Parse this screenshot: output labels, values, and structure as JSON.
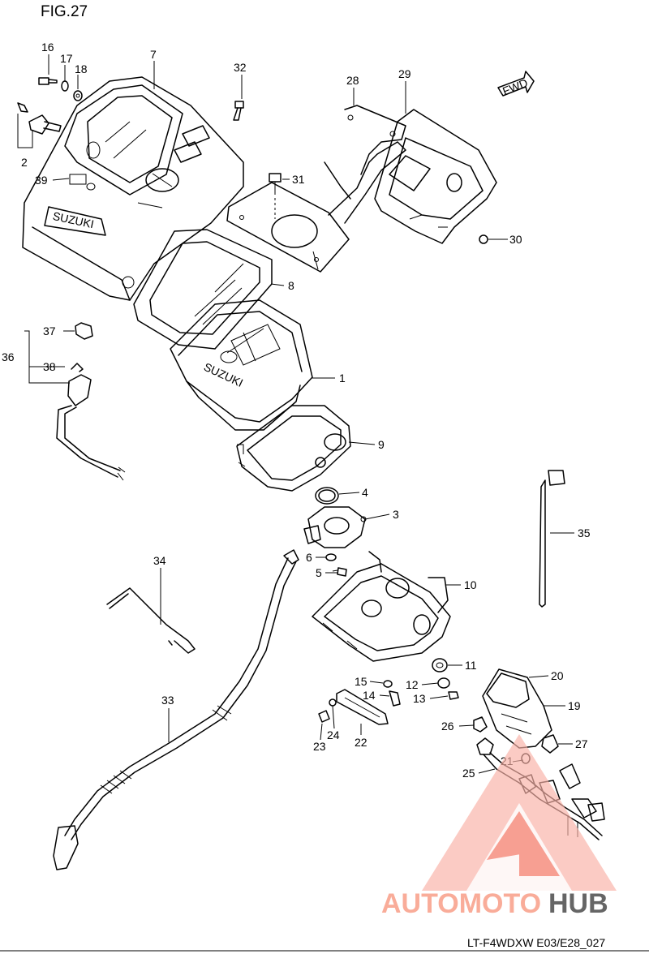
{
  "figure": {
    "title": "FIG.27",
    "model_code": "LT-F4WDXW E03/E28_027"
  },
  "fwd_label": "FWD",
  "brand_marks": {
    "case_logo": "SUZUKI"
  },
  "watermark": {
    "part1": "AUTOMOTO",
    "part2": "HUB",
    "color_main": "#f47c6a",
    "color_hub": "#555555"
  },
  "callouts": [
    {
      "id": "c16",
      "label": "16"
    },
    {
      "id": "c17",
      "label": "17"
    },
    {
      "id": "c18",
      "label": "18"
    },
    {
      "id": "c7",
      "label": "7"
    },
    {
      "id": "c32",
      "label": "32"
    },
    {
      "id": "c28",
      "label": "28"
    },
    {
      "id": "c29",
      "label": "29"
    },
    {
      "id": "c2",
      "label": "2"
    },
    {
      "id": "c39",
      "label": "39"
    },
    {
      "id": "c31",
      "label": "31"
    },
    {
      "id": "c30",
      "label": "30"
    },
    {
      "id": "c8",
      "label": "8"
    },
    {
      "id": "c37",
      "label": "37"
    },
    {
      "id": "c36",
      "label": "36"
    },
    {
      "id": "c38",
      "label": "38"
    },
    {
      "id": "c1",
      "label": "1"
    },
    {
      "id": "c9",
      "label": "9"
    },
    {
      "id": "c4",
      "label": "4"
    },
    {
      "id": "c3",
      "label": "3"
    },
    {
      "id": "c35",
      "label": "35"
    },
    {
      "id": "c34",
      "label": "34"
    },
    {
      "id": "c6",
      "label": "6"
    },
    {
      "id": "c5",
      "label": "5"
    },
    {
      "id": "c10",
      "label": "10"
    },
    {
      "id": "c11",
      "label": "11"
    },
    {
      "id": "c15",
      "label": "15"
    },
    {
      "id": "c12",
      "label": "12"
    },
    {
      "id": "c20",
      "label": "20"
    },
    {
      "id": "c14",
      "label": "14"
    },
    {
      "id": "c13",
      "label": "13"
    },
    {
      "id": "c33",
      "label": "33"
    },
    {
      "id": "c19",
      "label": "19"
    },
    {
      "id": "c26",
      "label": "26"
    },
    {
      "id": "c27",
      "label": "27"
    },
    {
      "id": "c24",
      "label": "24"
    },
    {
      "id": "c22",
      "label": "22"
    },
    {
      "id": "c23",
      "label": "23"
    },
    {
      "id": "c21",
      "label": "21"
    },
    {
      "id": "c25",
      "label": "25"
    }
  ]
}
